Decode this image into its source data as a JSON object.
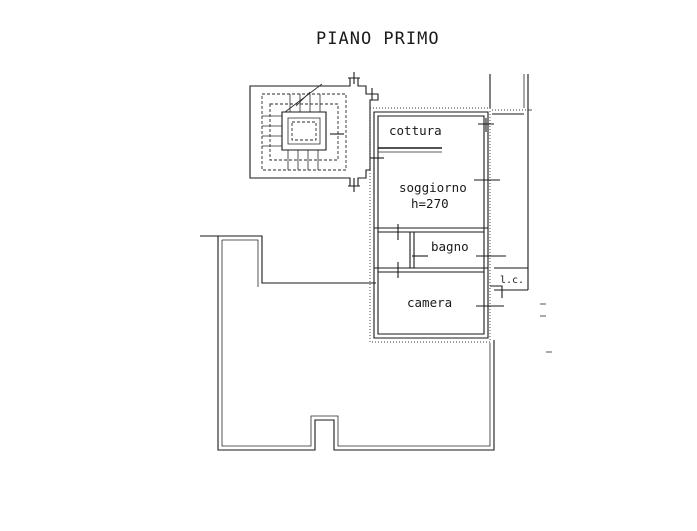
{
  "title": "PIANO PRIMO",
  "rooms": {
    "cottura": "cottura",
    "soggiorno": "soggiorno",
    "height": "h=270",
    "bagno": "bagno",
    "wc": "l.c.",
    "camera": "camera"
  }
}
